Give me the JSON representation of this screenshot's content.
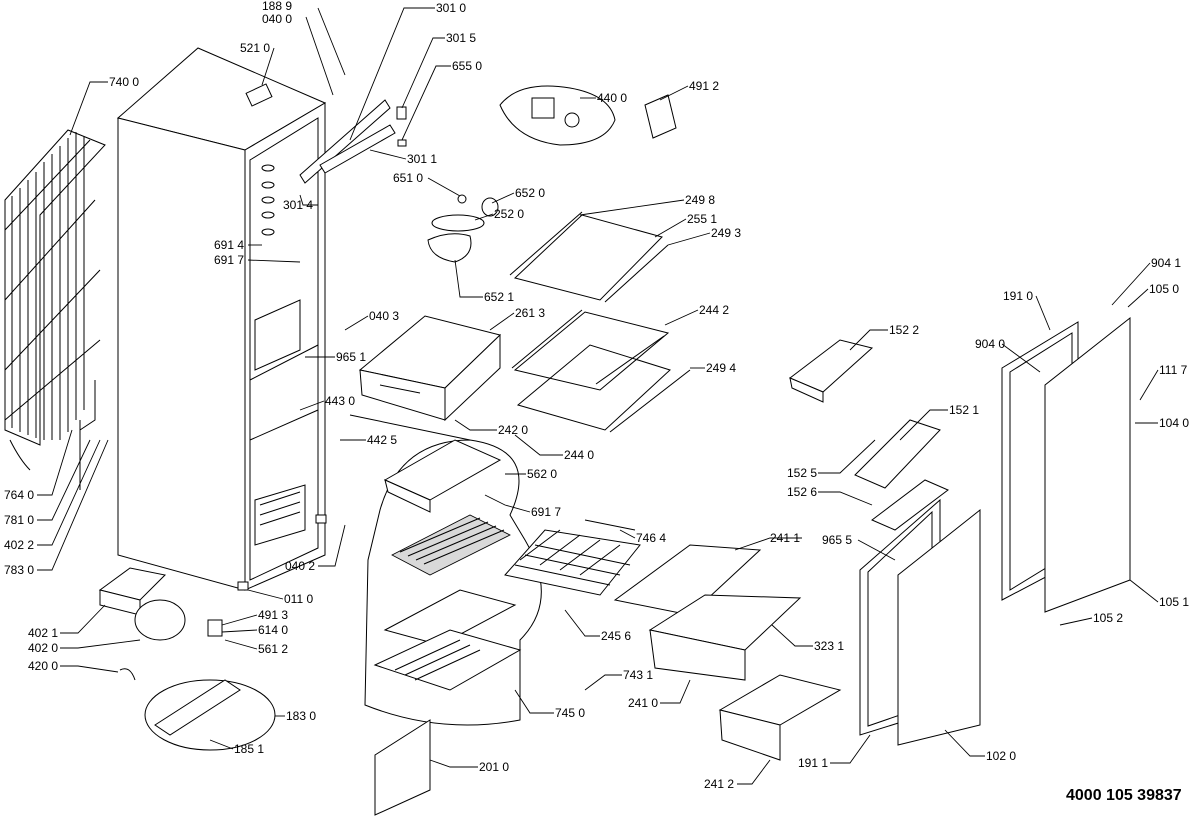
{
  "document_code": "4000 105 39837",
  "callouts": [
    "188 9",
    "040 0",
    "301 0",
    "521 0",
    "301 5",
    "655 0",
    "740 0",
    "440 0",
    "491 2",
    "301 1",
    "651 0",
    "652 0",
    "252 0",
    "301 4",
    "249 8",
    "255 1",
    "249 3",
    "691 4",
    "691 7",
    "652 1",
    "904 1",
    "191 0",
    "105 0",
    "040 3",
    "261 3",
    "244 2",
    "152 2",
    "904 0",
    "965 1",
    "111 7",
    "443 0",
    "249 4",
    "152 1",
    "242 0",
    "244 0",
    "104 0",
    "442 5",
    "562 0",
    "152 5",
    "152 6",
    "764 0",
    "691 7",
    "781 0",
    "746 4",
    "241 1",
    "965 5",
    "402 2",
    "040 2",
    "783 0",
    "011 0",
    "491 3",
    "402 1",
    "614 0",
    "245 6",
    "105 1",
    "105 2",
    "323 1",
    "402 0",
    "561 2",
    "420 0",
    "743 1",
    "241 0",
    "183 0",
    "745 0",
    "185 1",
    "191 1",
    "102 0",
    "201 0",
    "241 2"
  ],
  "icons": [
    "refrigerator-cabinet",
    "condenser-coil",
    "door",
    "shelf",
    "drawer",
    "compressor"
  ]
}
